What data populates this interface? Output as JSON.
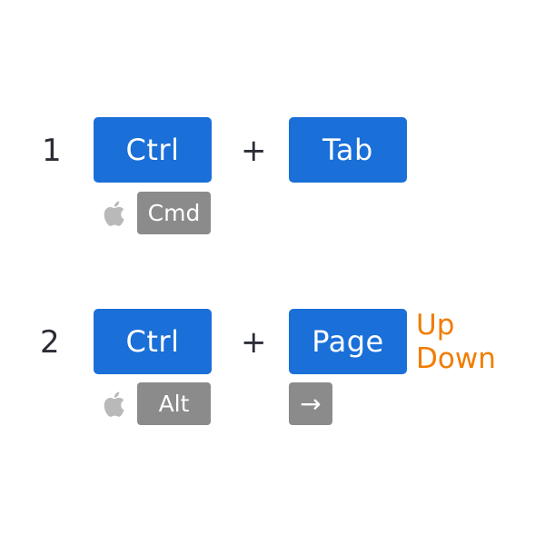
{
  "row1": {
    "number": "1",
    "key_left": "Ctrl",
    "plus": "+",
    "key_right": "Tab",
    "mac_key": "Cmd",
    "mac_icon": "apple-icon"
  },
  "row2": {
    "number": "2",
    "key_left": "Ctrl",
    "plus": "+",
    "key_right": "Page",
    "alt_up": "Up",
    "alt_down": "Down",
    "mac_key": "Alt",
    "mac_icon": "apple-icon",
    "mac_right_key": "→"
  },
  "colors": {
    "key_blue": "#1a6fd8",
    "mac_gray": "#8b8b8b",
    "accent_orange": "#f07d00",
    "text_dark": "#2b2d36"
  }
}
